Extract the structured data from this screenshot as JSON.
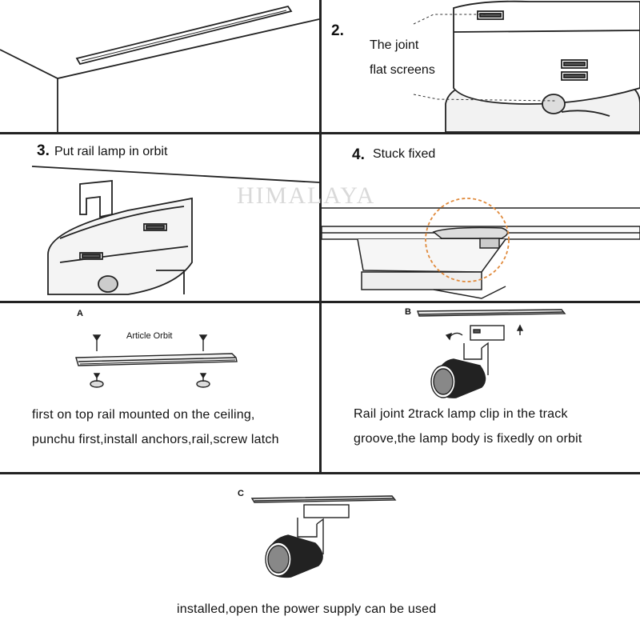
{
  "watermark": "HIMALAYA",
  "panel_2": {
    "number": "2.",
    "line1": "The joint",
    "line2": "flat screens"
  },
  "panel_3": {
    "number": "3.",
    "text": "Put rail lamp in orbit"
  },
  "panel_4": {
    "number": "4.",
    "text": "Stuck fixed"
  },
  "panel_a": {
    "marker": "A",
    "rail_label": "Article Orbit",
    "caption_line1": "first on top rail mounted on the ceiling,",
    "caption_line2": "punchu first,install anchors,rail,screw latch"
  },
  "panel_b": {
    "marker": "B",
    "caption_line1": "Rail joint 2track lamp clip in the track",
    "caption_line2": "groove,the lamp body is fixedly on orbit"
  },
  "panel_c": {
    "marker": "C",
    "caption": "installed,open the power supply can be used"
  }
}
